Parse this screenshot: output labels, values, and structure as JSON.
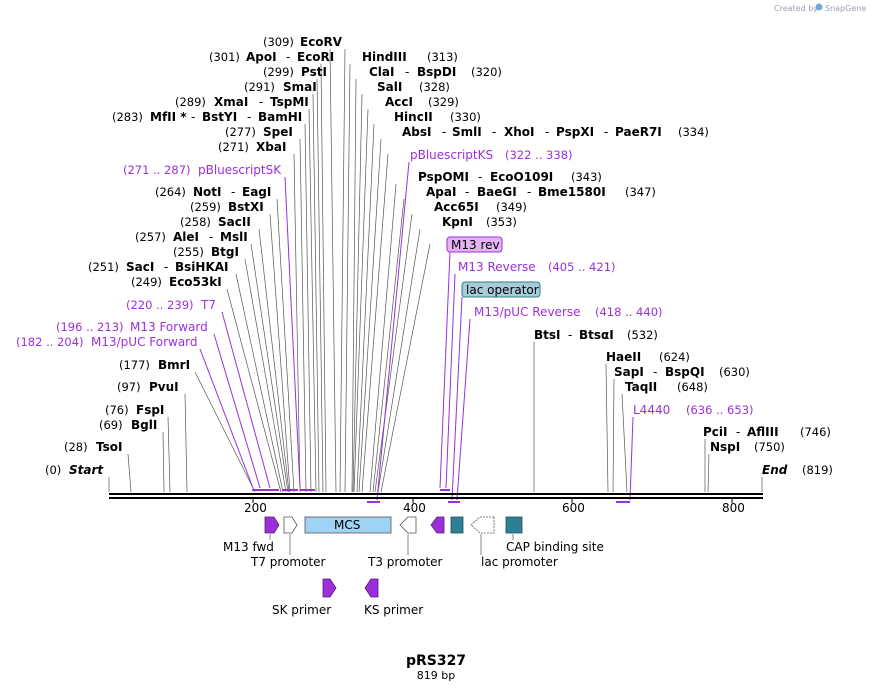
{
  "branding": {
    "created_by": "Created by",
    "app_name": "SnapGene"
  },
  "plasmid": {
    "name": "pRS327",
    "length_label": "819 bp"
  },
  "ruler": {
    "start_label": "Start",
    "start_pos": "(0)",
    "end_label": "End",
    "end_pos": "(819)",
    "ticks": [
      "200",
      "400",
      "600",
      "800"
    ]
  },
  "sites": [
    {
      "pos": "(309)",
      "names": [
        "EcoRV"
      ]
    },
    {
      "pos": "(301)",
      "names": [
        "ApoI",
        "EcoRI"
      ]
    },
    {
      "pos": "(299)",
      "names": [
        "PstI"
      ]
    },
    {
      "pos": "(291)",
      "names": [
        "SmaI"
      ]
    },
    {
      "pos": "(289)",
      "names": [
        "XmaI",
        "TspMI"
      ]
    },
    {
      "pos": "(283)",
      "names": [
        "MfII *",
        "BstYI",
        "BamHI"
      ]
    },
    {
      "pos": "(277)",
      "names": [
        "SpeI"
      ]
    },
    {
      "pos": "(271)",
      "names": [
        "XbaI"
      ]
    },
    {
      "pos": "(264)",
      "names": [
        "NotI",
        "EagI"
      ]
    },
    {
      "pos": "(259)",
      "names": [
        "BstXI"
      ]
    },
    {
      "pos": "(258)",
      "names": [
        "SacII"
      ]
    },
    {
      "pos": "(257)",
      "names": [
        "AleI",
        "MslI"
      ]
    },
    {
      "pos": "(255)",
      "names": [
        "BtgI"
      ]
    },
    {
      "pos": "(251)",
      "names": [
        "SacI",
        "BsiHKAI"
      ]
    },
    {
      "pos": "(249)",
      "names": [
        "Eco53kI"
      ]
    },
    {
      "pos": "(177)",
      "names": [
        "BmrI"
      ]
    },
    {
      "pos": "(97)",
      "names": [
        "PvuI"
      ]
    },
    {
      "pos": "(76)",
      "names": [
        "FspI"
      ]
    },
    {
      "pos": "(69)",
      "names": [
        "BglI"
      ]
    },
    {
      "pos": "(28)",
      "names": [
        "TsoI"
      ]
    },
    {
      "pos": "(313)",
      "names": [
        "HindIII"
      ]
    },
    {
      "pos": "(320)",
      "names": [
        "ClaI",
        "BspDI"
      ]
    },
    {
      "pos": "(328)",
      "names": [
        "SalI"
      ]
    },
    {
      "pos": "(329)",
      "names": [
        "AccI"
      ]
    },
    {
      "pos": "(330)",
      "names": [
        "HincII"
      ]
    },
    {
      "pos": "(334)",
      "names": [
        "AbsI",
        "SmlI",
        "XhoI",
        "PspXI",
        "PaeR7I"
      ]
    },
    {
      "pos": "(343)",
      "names": [
        "PspOMI",
        "EcoO109I"
      ]
    },
    {
      "pos": "(347)",
      "names": [
        "ApaI",
        "BaeGI",
        "Bme1580I"
      ]
    },
    {
      "pos": "(349)",
      "names": [
        "Acc65I"
      ]
    },
    {
      "pos": "(353)",
      "names": [
        "KpnI"
      ]
    },
    {
      "pos": "(532)",
      "names": [
        "BtsI",
        "BtsαI"
      ]
    },
    {
      "pos": "(624)",
      "names": [
        "HaeII"
      ]
    },
    {
      "pos": "(630)",
      "names": [
        "SapI",
        "BspQI"
      ]
    },
    {
      "pos": "(648)",
      "names": [
        "TaqII"
      ]
    },
    {
      "pos": "(746)",
      "names": [
        "PciI",
        "AflIII"
      ]
    },
    {
      "pos": "(750)",
      "names": [
        "NspI"
      ]
    }
  ],
  "primer_labels": [
    {
      "name": "pBluescriptSK",
      "range": "(271 .. 287)"
    },
    {
      "name": "pBluescriptKS",
      "range": "(322 .. 338)"
    },
    {
      "name": "T7",
      "range": "(220 .. 239)"
    },
    {
      "name": "M13 Forward",
      "range": "(196 .. 213)"
    },
    {
      "name": "M13/pUC Forward",
      "range": "(182 .. 204)"
    },
    {
      "name": "M13 rev",
      "range": ""
    },
    {
      "name": "M13 Reverse",
      "range": "(405 .. 421)"
    },
    {
      "name": "lac operator",
      "range": ""
    },
    {
      "name": "M13/pUC Reverse",
      "range": "(418 .. 440)"
    },
    {
      "name": "L4440",
      "range": "(636 .. 653)"
    }
  ],
  "features": {
    "mcs": "MCS",
    "m13_fwd": "M13 fwd",
    "t7_promoter": "T7 promoter",
    "t3_promoter": "T3 promoter",
    "lac_promoter": "lac promoter",
    "cap_site": "CAP binding site",
    "sk_primer": "SK primer",
    "ks_primer": "KS primer"
  },
  "colors": {
    "primer": "#9b30d9",
    "mcs_fill": "#9fd3f5",
    "teal_box": "#2e7f93",
    "lac_operator_fill": "#a8ccd6",
    "m13rev_fill": "#e5b3f5"
  }
}
